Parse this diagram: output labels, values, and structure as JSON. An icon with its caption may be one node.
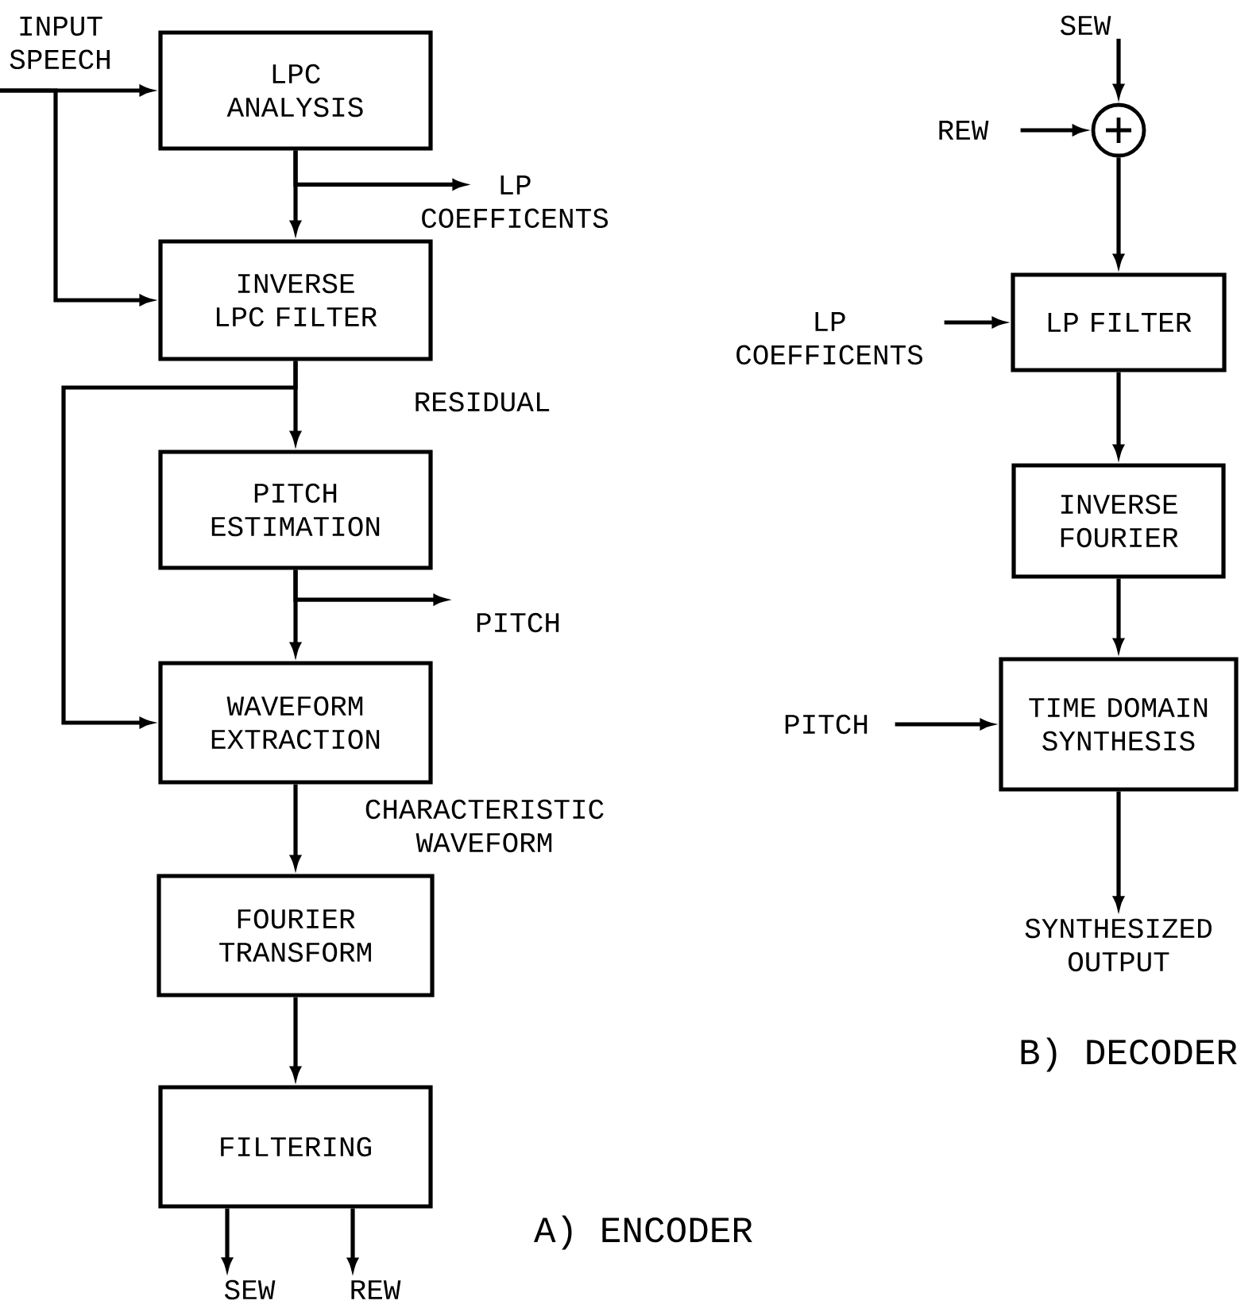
{
  "diagram": {
    "nodes": [
      {
        "text": [
          "INPUT SPEECH"
        ]
      },
      {
        "text": [
          "LPC ANALYSIS"
        ]
      },
      {
        "text": [
          "LP COEFFICENTS"
        ]
      },
      {
        "text": [
          "INVERSE LPC FILTER"
        ]
      },
      {
        "text": [
          "PITCH ESTIMATION"
        ]
      },
      {
        "text": [
          "PITCH"
        ]
      },
      {
        "text": [
          "WAVEFORM EXTRACTION"
        ]
      },
      {
        "text": [
          "FOURIER TRANSFORM"
        ]
      },
      {
        "text": [
          "FILTERING"
        ]
      },
      {
        "text": [
          "SEW"
        ]
      },
      {
        "text": [
          "REW"
        ]
      },
      {
        "text": [
          "SEW"
        ]
      },
      {
        "text": [
          "REW"
        ]
      },
      {
        "text": [],
        "shape": "circle"
      },
      {
        "text": [
          "LP COEFFICENTS"
        ]
      },
      {
        "text": [
          "LP FILTER"
        ]
      },
      {
        "text": [
          "INVERSE FOURIER"
        ]
      },
      {
        "text": [
          "PITCH"
        ]
      },
      {
        "text": [
          "TIME DOMAIN SYNTHESIS"
        ]
      },
      {
        "text": [
          "SYNTHESIZED OUTPUT"
        ]
      }
    ],
    "edges": [
      {
        "from": 0,
        "to": 1,
        "arrow": "to"
      },
      {
        "from": 0,
        "to": 3,
        "arrow": "to"
      },
      {
        "from": 1,
        "to": 3,
        "arrow": "to"
      },
      {
        "from": 1,
        "to": 2,
        "arrow": "to"
      },
      {
        "from": 3,
        "to": 4,
        "arrow": "to",
        "label": "RESIDUAL"
      },
      {
        "from": 3,
        "to": 6,
        "arrow": "to"
      },
      {
        "from": 4,
        "to": 6,
        "arrow": "to"
      },
      {
        "from": 4,
        "to": 5,
        "arrow": "to"
      },
      {
        "from": 6,
        "to": 7,
        "arrow": "to",
        "label": "CHARACTERISTIC WAVEFORM"
      },
      {
        "from": 7,
        "to": 8,
        "arrow": "to"
      },
      {
        "from": 8,
        "to": 9,
        "arrow": "to"
      },
      {
        "from": 8,
        "to": 10,
        "arrow": "to"
      },
      {
        "from": 11,
        "to": 13,
        "arrow": "to"
      },
      {
        "from": 12,
        "to": 13,
        "arrow": "to"
      },
      {
        "from": 13,
        "to": 15,
        "arrow": "to"
      },
      {
        "from": 14,
        "to": 15,
        "arrow": "to"
      },
      {
        "from": 15,
        "to": 16,
        "arrow": "to"
      },
      {
        "from": 16,
        "to": 18,
        "arrow": "to"
      },
      {
        "from": 17,
        "to": 18,
        "arrow": "to"
      },
      {
        "from": 18,
        "to": 19,
        "arrow": "to"
      }
    ],
    "labels": [
      "B) DECODER",
      "A) ENCODER"
    ]
  }
}
